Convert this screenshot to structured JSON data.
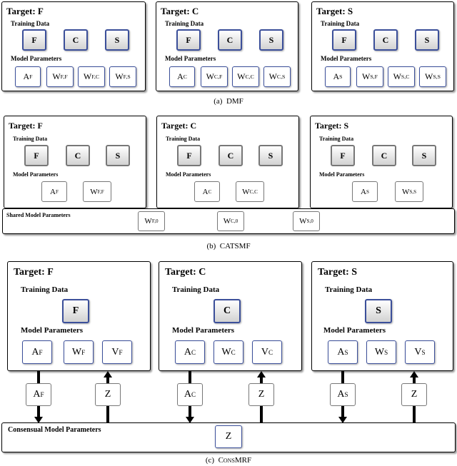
{
  "dmf": {
    "caption_prefix": "(a)",
    "caption_name": "DMF",
    "training_label": "Training Data",
    "params_label": "Model Parameters",
    "panels": [
      {
        "title": "Target: F",
        "data": [
          "F",
          "C",
          "S"
        ],
        "params": [
          {
            "b": "A",
            "s": "F"
          },
          {
            "b": "W",
            "s": "F,F"
          },
          {
            "b": "W",
            "s": "F,C"
          },
          {
            "b": "W",
            "s": "F,S"
          }
        ]
      },
      {
        "title": "Target: C",
        "data": [
          "F",
          "C",
          "S"
        ],
        "params": [
          {
            "b": "A",
            "s": "C"
          },
          {
            "b": "W",
            "s": "C,F"
          },
          {
            "b": "W",
            "s": "C,C"
          },
          {
            "b": "W",
            "s": "C,S"
          }
        ]
      },
      {
        "title": "Target: S",
        "data": [
          "F",
          "C",
          "S"
        ],
        "params": [
          {
            "b": "A",
            "s": "S"
          },
          {
            "b": "W",
            "s": "S,F"
          },
          {
            "b": "W",
            "s": "S,C"
          },
          {
            "b": "W",
            "s": "S,S"
          }
        ]
      }
    ]
  },
  "catsmf": {
    "caption_prefix": "(b)",
    "caption_name": "CATSMF",
    "training_label": "Training Data",
    "params_label": "Model Parameters",
    "shared_label": "Shared Model Parameters",
    "panels": [
      {
        "title": "Target: F",
        "data": [
          "F",
          "C",
          "S"
        ],
        "params": [
          {
            "b": "A",
            "s": "F"
          },
          {
            "b": "W",
            "s": "F,F"
          }
        ]
      },
      {
        "title": "Target: C",
        "data": [
          "F",
          "C",
          "S"
        ],
        "params": [
          {
            "b": "A",
            "s": "C"
          },
          {
            "b": "W",
            "s": "C,C"
          }
        ]
      },
      {
        "title": "Target: S",
        "data": [
          "F",
          "C",
          "S"
        ],
        "params": [
          {
            "b": "A",
            "s": "S"
          },
          {
            "b": "W",
            "s": "S,S"
          }
        ]
      }
    ],
    "shared": [
      {
        "b": "W",
        "s": "F,0"
      },
      {
        "b": "W",
        "s": "C,0"
      },
      {
        "b": "W",
        "s": "S,0"
      }
    ]
  },
  "consmrf": {
    "caption_prefix": "(c)",
    "caption_name": "ConsMRF",
    "training_label": "Training Data",
    "params_label": "Model Parameters",
    "consensual_label": "Consensual Model Parameters",
    "panels": [
      {
        "title": "Target: F",
        "data": [
          "F"
        ],
        "params": [
          {
            "b": "A",
            "s": "F"
          },
          {
            "b": "W",
            "s": "F"
          },
          {
            "b": "V",
            "s": "F"
          }
        ],
        "down": {
          "b": "A",
          "s": "F"
        },
        "up": {
          "b": "Z",
          "s": ""
        }
      },
      {
        "title": "Target: C",
        "data": [
          "C"
        ],
        "params": [
          {
            "b": "A",
            "s": "C"
          },
          {
            "b": "W",
            "s": "C"
          },
          {
            "b": "V",
            "s": "C"
          }
        ],
        "down": {
          "b": "A",
          "s": "C"
        },
        "up": {
          "b": "Z",
          "s": ""
        }
      },
      {
        "title": "Target: S",
        "data": [
          "S"
        ],
        "params": [
          {
            "b": "A",
            "s": "S"
          },
          {
            "b": "W",
            "s": "S"
          },
          {
            "b": "V",
            "s": "S"
          }
        ],
        "down": {
          "b": "A",
          "s": "S"
        },
        "up": {
          "b": "Z",
          "s": ""
        }
      }
    ],
    "consensual": {
      "b": "Z",
      "s": ""
    }
  }
}
